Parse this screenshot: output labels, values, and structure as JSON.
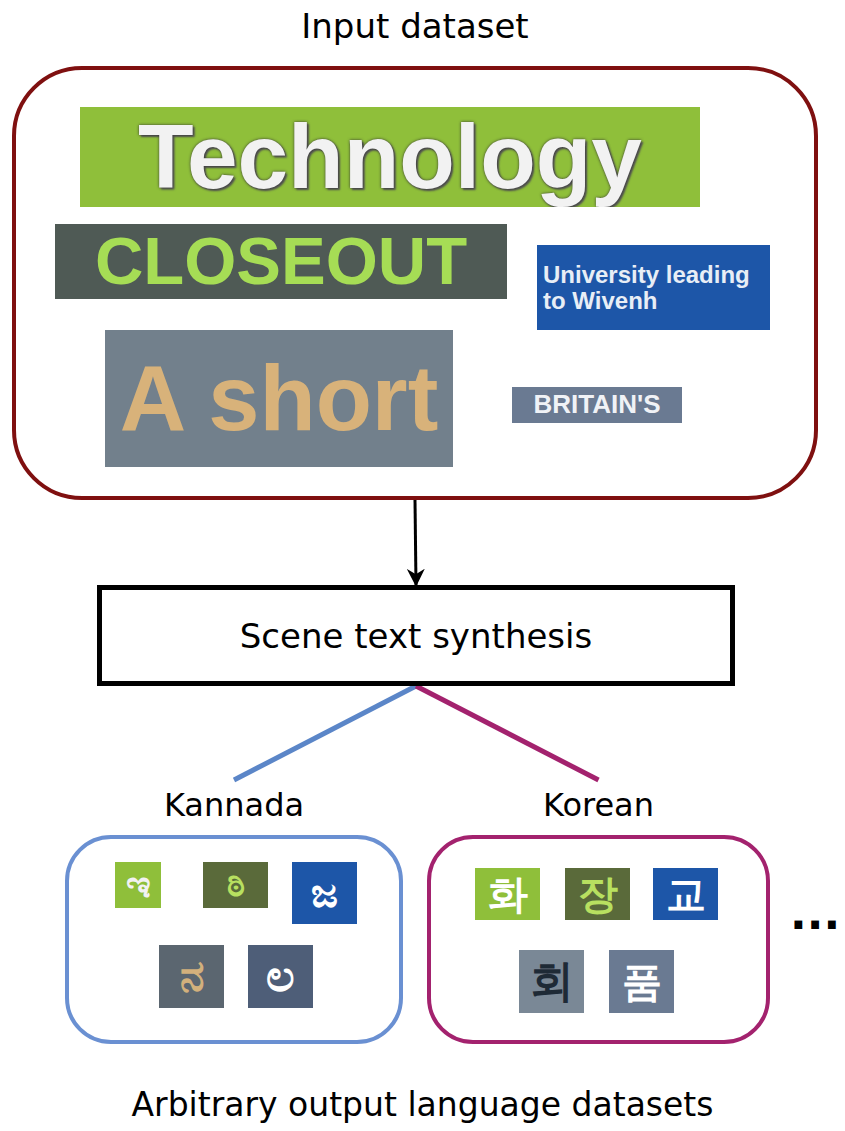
{
  "diagram": {
    "nodes": [
      {
        "text": [
          "Input dataset"
        ]
      },
      {
        "text": [
          "Technology"
        ],
        "in": 0
      },
      {
        "text": [
          "CLOSEOUT"
        ],
        "in": 0
      },
      {
        "text": [
          "University leading to Wivenh"
        ],
        "in": 0
      },
      {
        "text": [
          "A short"
        ],
        "in": 0
      },
      {
        "text": [
          "BRITAIN'S"
        ],
        "in": 0
      },
      {
        "text": [
          "Scene text synthesis"
        ]
      },
      {
        "text": [
          "Kannada"
        ]
      },
      {
        "text": [
          "ಇ"
        ],
        "in": 7
      },
      {
        "text": [
          "ಠಿ"
        ],
        "in": 7
      },
      {
        "text": [
          "ಜ"
        ],
        "in": 7
      },
      {
        "text": [
          "ನ"
        ],
        "in": 7
      },
      {
        "text": [
          "ಲ"
        ],
        "in": 7
      },
      {
        "text": [
          "Korean"
        ]
      },
      {
        "text": [
          "화"
        ],
        "in": 13
      },
      {
        "text": [
          "장"
        ],
        "in": 13
      },
      {
        "text": [
          "교"
        ],
        "in": 13
      },
      {
        "text": [
          "회"
        ],
        "in": 13
      },
      {
        "text": [
          "품"
        ],
        "in": 13
      }
    ],
    "edges": [
      {
        "from": 0,
        "to": 6,
        "arrow": "to"
      },
      {
        "from": 6,
        "to": 7,
        "arrow": "none"
      },
      {
        "from": 6,
        "to": 13,
        "arrow": "none"
      }
    ],
    "labels": [
      "...",
      "Arbitrary output language datasets"
    ]
  }
}
